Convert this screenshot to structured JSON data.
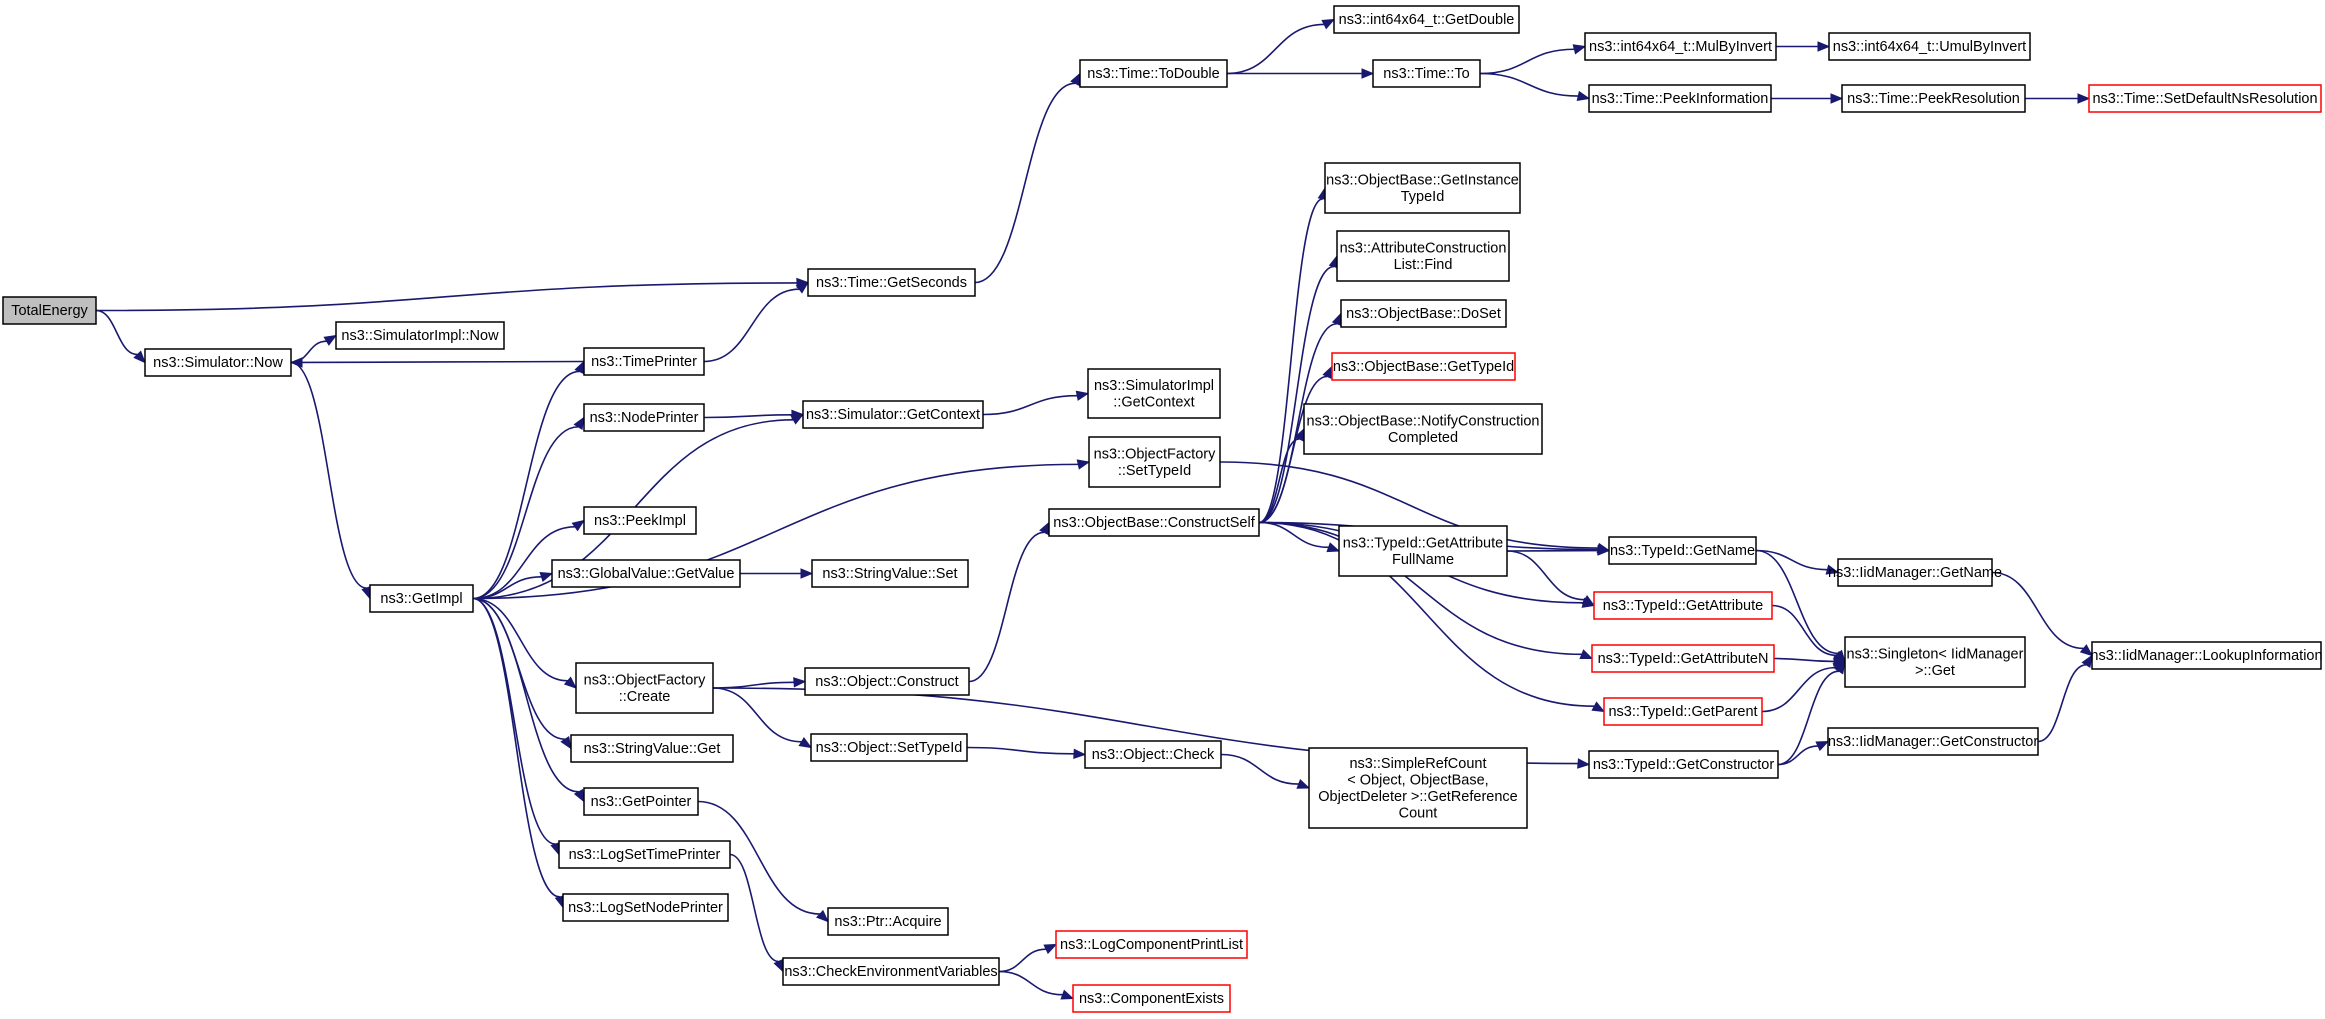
{
  "diagram": {
    "type": "call-graph",
    "colors": {
      "edge": "#191970",
      "root_fill": "#bfbfbf",
      "truncated_border": "#ff0000",
      "node_border": "#000000"
    },
    "nodes": [
      {
        "id": "total_energy",
        "lines": [
          "TotalEnergy"
        ],
        "style": "root"
      },
      {
        "id": "sim_now",
        "lines": [
          "ns3::Simulator::Now"
        ]
      },
      {
        "id": "simimpl_now",
        "lines": [
          "ns3::SimulatorImpl::Now"
        ]
      },
      {
        "id": "time_printer",
        "lines": [
          "ns3::TimePrinter"
        ]
      },
      {
        "id": "get_impl",
        "lines": [
          "ns3::GetImpl"
        ]
      },
      {
        "id": "node_printer",
        "lines": [
          "ns3::NodePrinter"
        ]
      },
      {
        "id": "sim_getcontext",
        "lines": [
          "ns3::Simulator::GetContext"
        ]
      },
      {
        "id": "simimpl_getcontext",
        "lines": [
          "ns3::SimulatorImpl",
          "::GetContext"
        ]
      },
      {
        "id": "peek_impl",
        "lines": [
          "ns3::PeekImpl"
        ]
      },
      {
        "id": "gv_getvalue",
        "lines": [
          "ns3::GlobalValue::GetValue"
        ]
      },
      {
        "id": "stringvalue_set",
        "lines": [
          "ns3::StringValue::Set"
        ]
      },
      {
        "id": "of_create",
        "lines": [
          "ns3::ObjectFactory",
          "::Create"
        ]
      },
      {
        "id": "stringvalue_get",
        "lines": [
          "ns3::StringValue::Get"
        ]
      },
      {
        "id": "get_pointer",
        "lines": [
          "ns3::GetPointer"
        ]
      },
      {
        "id": "log_set_time",
        "lines": [
          "ns3::LogSetTimePrinter"
        ]
      },
      {
        "id": "log_set_node",
        "lines": [
          "ns3::LogSetNodePrinter"
        ]
      },
      {
        "id": "time_getseconds",
        "lines": [
          "ns3::Time::GetSeconds"
        ]
      },
      {
        "id": "time_todouble",
        "lines": [
          "ns3::Time::ToDouble"
        ]
      },
      {
        "id": "int64_getdouble",
        "lines": [
          "ns3::int64x64_t::GetDouble"
        ]
      },
      {
        "id": "time_to",
        "lines": [
          "ns3::Time::To"
        ]
      },
      {
        "id": "int64_mulbyinvert",
        "lines": [
          "ns3::int64x64_t::MulByInvert"
        ]
      },
      {
        "id": "int64_umulbyinvert",
        "lines": [
          "ns3::int64x64_t::UmulByInvert"
        ]
      },
      {
        "id": "time_peekinfo",
        "lines": [
          "ns3::Time::PeekInformation"
        ]
      },
      {
        "id": "time_peekres",
        "lines": [
          "ns3::Time::PeekResolution"
        ]
      },
      {
        "id": "time_setdefault",
        "lines": [
          "ns3::Time::SetDefaultNsResolution"
        ],
        "style": "truncated"
      },
      {
        "id": "of_settypeid",
        "lines": [
          "ns3::ObjectFactory",
          "::SetTypeId"
        ]
      },
      {
        "id": "ob_constructself",
        "lines": [
          "ns3::ObjectBase::ConstructSelf"
        ]
      },
      {
        "id": "ob_getinstancetypeid",
        "lines": [
          "ns3::ObjectBase::GetInstance",
          "TypeId"
        ]
      },
      {
        "id": "acl_find",
        "lines": [
          "ns3::AttributeConstruction",
          "List::Find"
        ]
      },
      {
        "id": "ob_doset",
        "lines": [
          "ns3::ObjectBase::DoSet"
        ]
      },
      {
        "id": "ob_gettypeid",
        "lines": [
          "ns3::ObjectBase::GetTypeId"
        ],
        "style": "truncated"
      },
      {
        "id": "ob_notify",
        "lines": [
          "ns3::ObjectBase::NotifyConstruction",
          "Completed"
        ]
      },
      {
        "id": "tid_getattrfull",
        "lines": [
          "ns3::TypeId::GetAttribute",
          "FullName"
        ]
      },
      {
        "id": "tid_getname",
        "lines": [
          "ns3::TypeId::GetName"
        ]
      },
      {
        "id": "iid_getname",
        "lines": [
          "ns3::IidManager::GetName"
        ]
      },
      {
        "id": "tid_getattribute",
        "lines": [
          "ns3::TypeId::GetAttribute"
        ],
        "style": "truncated"
      },
      {
        "id": "singleton_get",
        "lines": [
          "ns3::Singleton< IidManager",
          ">::Get"
        ]
      },
      {
        "id": "iid_lookup",
        "lines": [
          "ns3::IidManager::LookupInformation"
        ]
      },
      {
        "id": "tid_getattributen",
        "lines": [
          "ns3::TypeId::GetAttributeN"
        ],
        "style": "truncated"
      },
      {
        "id": "tid_getparent",
        "lines": [
          "ns3::TypeId::GetParent"
        ],
        "style": "truncated"
      },
      {
        "id": "tid_getconstructor",
        "lines": [
          "ns3::TypeId::GetConstructor"
        ]
      },
      {
        "id": "iid_getconstructor",
        "lines": [
          "ns3::IidManager::GetConstructor"
        ]
      },
      {
        "id": "obj_construct",
        "lines": [
          "ns3::Object::Construct"
        ]
      },
      {
        "id": "obj_settypeid",
        "lines": [
          "ns3::Object::SetTypeId"
        ]
      },
      {
        "id": "obj_check",
        "lines": [
          "ns3::Object::Check"
        ]
      },
      {
        "id": "simplerefcount",
        "lines": [
          "ns3::SimpleRefCount",
          "< Object, ObjectBase,",
          "ObjectDeleter >::GetReference",
          "Count"
        ]
      },
      {
        "id": "ptr_acquire",
        "lines": [
          "ns3::Ptr::Acquire"
        ]
      },
      {
        "id": "check_env",
        "lines": [
          "ns3::CheckEnvironmentVariables"
        ]
      },
      {
        "id": "log_component_printlist",
        "lines": [
          "ns3::LogComponentPrintList"
        ],
        "style": "truncated"
      },
      {
        "id": "component_exists",
        "lines": [
          "ns3::ComponentExists"
        ],
        "style": "truncated"
      }
    ],
    "edges": [
      [
        "total_energy",
        "time_getseconds"
      ],
      [
        "total_energy",
        "sim_now"
      ],
      [
        "sim_now",
        "simimpl_now"
      ],
      [
        "sim_now",
        "get_impl"
      ],
      [
        "time_printer",
        "sim_now"
      ],
      [
        "time_printer",
        "time_getseconds"
      ],
      [
        "time_getseconds",
        "time_todouble"
      ],
      [
        "time_todouble",
        "int64_getdouble"
      ],
      [
        "time_todouble",
        "time_to"
      ],
      [
        "time_to",
        "int64_mulbyinvert"
      ],
      [
        "time_to",
        "time_peekinfo"
      ],
      [
        "int64_mulbyinvert",
        "int64_umulbyinvert"
      ],
      [
        "time_peekinfo",
        "time_peekres"
      ],
      [
        "time_peekres",
        "time_setdefault"
      ],
      [
        "get_impl",
        "time_printer"
      ],
      [
        "get_impl",
        "node_printer"
      ],
      [
        "get_impl",
        "sim_getcontext"
      ],
      [
        "get_impl",
        "peek_impl"
      ],
      [
        "get_impl",
        "gv_getvalue"
      ],
      [
        "get_impl",
        "of_settypeid"
      ],
      [
        "get_impl",
        "of_create"
      ],
      [
        "get_impl",
        "stringvalue_get"
      ],
      [
        "get_impl",
        "get_pointer"
      ],
      [
        "get_impl",
        "log_set_time"
      ],
      [
        "get_impl",
        "log_set_node"
      ],
      [
        "node_printer",
        "sim_getcontext"
      ],
      [
        "sim_getcontext",
        "simimpl_getcontext"
      ],
      [
        "gv_getvalue",
        "stringvalue_set"
      ],
      [
        "of_create",
        "obj_construct"
      ],
      [
        "of_create",
        "obj_settypeid"
      ],
      [
        "of_create",
        "tid_getconstructor"
      ],
      [
        "obj_construct",
        "ob_constructself"
      ],
      [
        "obj_settypeid",
        "obj_check"
      ],
      [
        "obj_check",
        "simplerefcount"
      ],
      [
        "get_pointer",
        "ptr_acquire"
      ],
      [
        "log_set_time",
        "check_env"
      ],
      [
        "check_env",
        "log_component_printlist"
      ],
      [
        "check_env",
        "component_exists"
      ],
      [
        "of_settypeid",
        "tid_getname"
      ],
      [
        "ob_constructself",
        "ob_getinstancetypeid"
      ],
      [
        "ob_constructself",
        "acl_find"
      ],
      [
        "ob_constructself",
        "ob_doset"
      ],
      [
        "ob_constructself",
        "ob_gettypeid"
      ],
      [
        "ob_constructself",
        "ob_notify"
      ],
      [
        "ob_constructself",
        "tid_getname"
      ],
      [
        "ob_constructself",
        "tid_getattrfull"
      ],
      [
        "ob_constructself",
        "tid_getattribute"
      ],
      [
        "ob_constructself",
        "tid_getattributen"
      ],
      [
        "ob_constructself",
        "tid_getparent"
      ],
      [
        "tid_getattrfull",
        "tid_getname"
      ],
      [
        "tid_getattrfull",
        "tid_getattribute"
      ],
      [
        "tid_getname",
        "iid_getname"
      ],
      [
        "tid_getname",
        "singleton_get"
      ],
      [
        "tid_getattribute",
        "singleton_get"
      ],
      [
        "tid_getattributen",
        "singleton_get"
      ],
      [
        "tid_getparent",
        "singleton_get"
      ],
      [
        "iid_getname",
        "iid_lookup"
      ],
      [
        "tid_getconstructor",
        "singleton_get"
      ],
      [
        "tid_getconstructor",
        "iid_getconstructor"
      ],
      [
        "iid_getconstructor",
        "iid_lookup"
      ]
    ]
  }
}
